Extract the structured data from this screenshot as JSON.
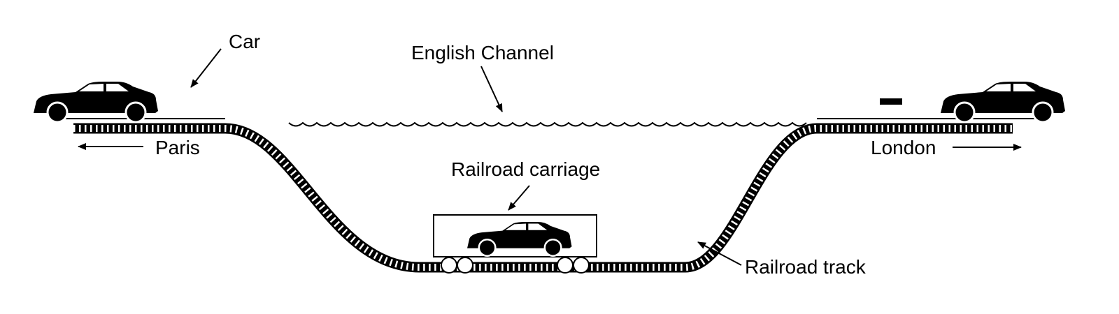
{
  "labels": {
    "car": "Car",
    "english_channel": "English Channel",
    "paris": "Paris",
    "london": "London",
    "railroad_carriage": "Railroad carriage",
    "railroad_track": "Railroad track"
  },
  "colors": {
    "ink": "#000000",
    "background": "#ffffff"
  }
}
